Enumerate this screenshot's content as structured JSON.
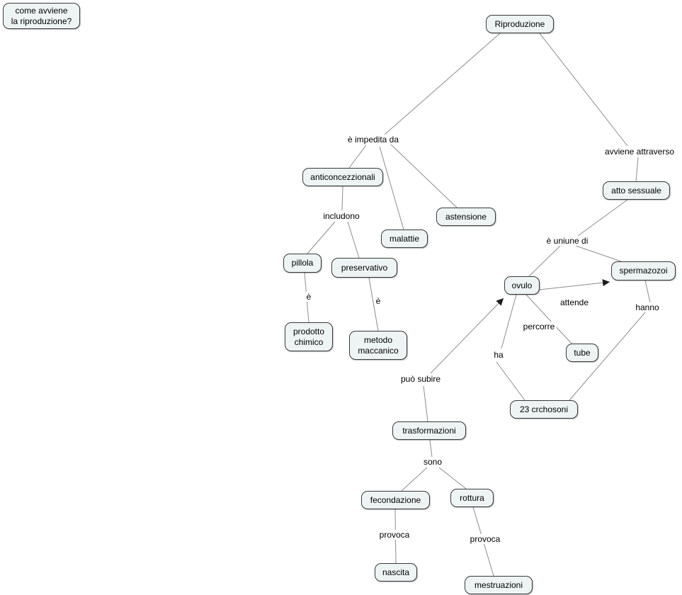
{
  "colors": {
    "canvas-bg": "#ffffff",
    "node-fill": "#eef4f4",
    "node-border": "#3a3a3a",
    "edge-stroke": "#8c8c8c",
    "arrow-fill": "#1c1c1c",
    "text": "#000000"
  },
  "nodes": {
    "question": "come avviene\nla riproduzione?",
    "riproduzione": "Riproduzione",
    "anticoncezzionali": "anticoncezzionali",
    "astensione": "astensione",
    "malattie": "malattie",
    "pillola": "pillola",
    "preservativo": "preservativo",
    "prodotto_chimico": "prodotto\nchimico",
    "metodo_maccanico": "metodo\nmaccanico",
    "atto_sessuale": "atto sessuale",
    "spermazozoi": "spermazozoi",
    "ovulo": "ovulo",
    "tube": "tube",
    "crchosoni": "23 crchosoni",
    "trasformazioni": "trasformazioni",
    "fecondazione": "fecondazione",
    "rottura": "rottura",
    "nascita": "nascita",
    "mestruazioni": "mestruazioni"
  },
  "links": {
    "e_impedita_da": "è impedita da",
    "avviene_attraverso": "avviene attraverso",
    "includono": "includono",
    "e_pillola": "è",
    "e_preservativo": "è",
    "e_uniune_di": "è uniune di",
    "attende": "attende",
    "hanno": "hanno",
    "percorre": "percorre",
    "ha": "ha",
    "puo_subire": "può subire",
    "sono": "sono",
    "provoca_sx": "provoca",
    "provoca_dx": "provoca"
  }
}
